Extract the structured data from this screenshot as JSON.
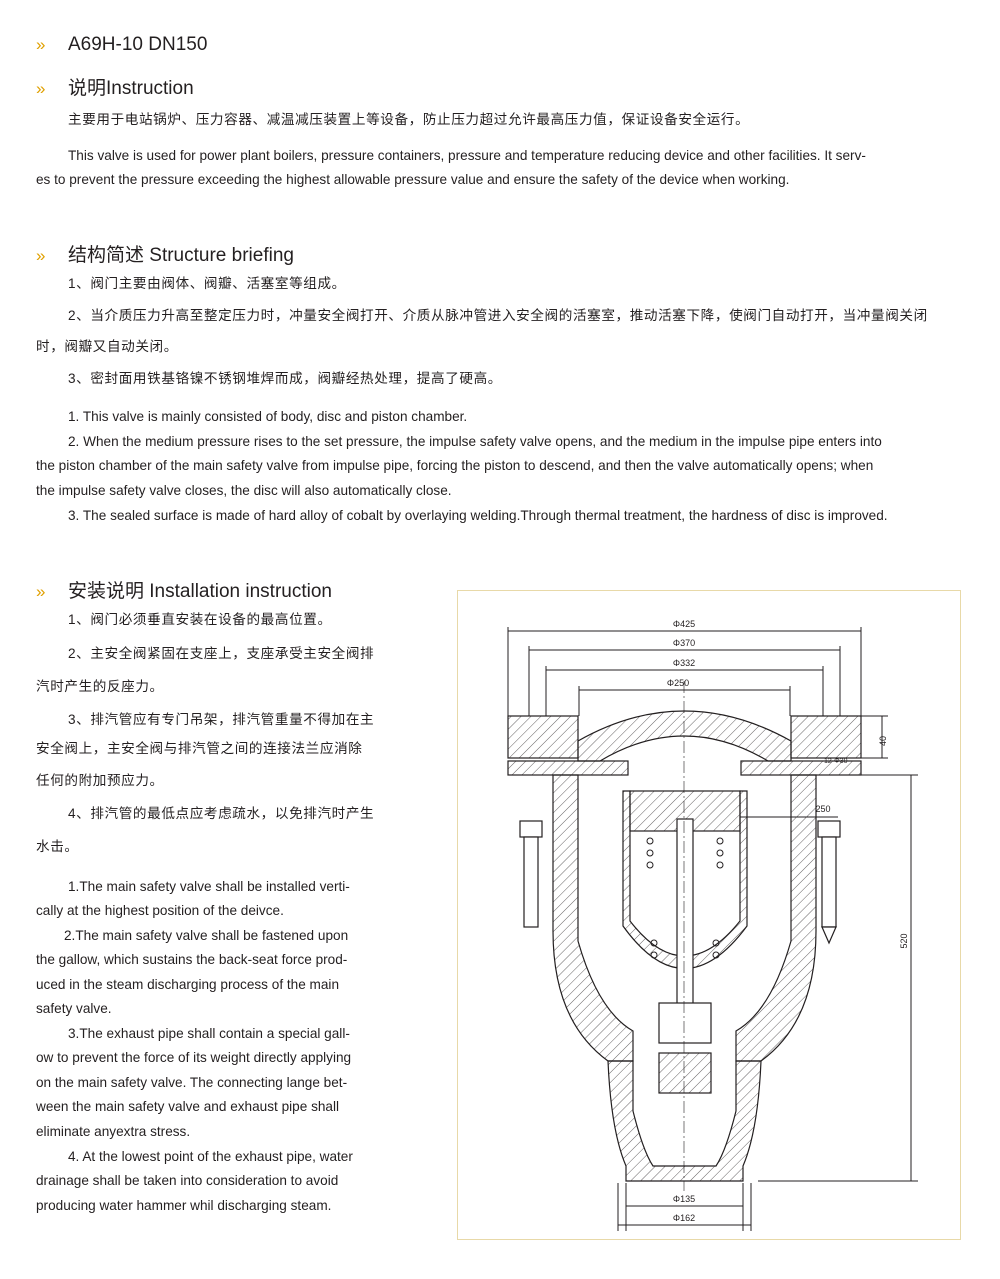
{
  "model": "A69H-10 DN150",
  "instruction": {
    "heading": "说明Instruction",
    "zh": "主要用于电站锅炉、压力容器、减温减压装置上等设备，防止压力超过允许最高压力值，保证设备安全运行。",
    "en_line1": "This valve is used for power plant boilers, pressure containers, pressure and temperature reducing device and other facilities. It serv-",
    "en_line2": "es to prevent the pressure exceeding the highest allowable pressure value and ensure the safety of the device when working."
  },
  "structure": {
    "heading": "结构简述 Structure briefing",
    "zh_1": "1、阀门主要由阀体、阀瓣、活塞室等组成。",
    "zh_2a": "2、当介质压力升高至整定压力时，冲量安全阀打开、介质从脉冲管进入安全阀的活塞室，推动活塞下降，使阀门自动打开，当冲量阀关闭",
    "zh_2b": "时，阀瓣又自动关闭。",
    "zh_3": "3、密封面用铁基铬镍不锈钢堆焊而成，阀瓣经热处理，提高了硬高。",
    "en_1": "1. This valve is mainly consisted of body, disc and piston chamber.",
    "en_2a": "2. When the medium pressure rises to the set pressure, the impulse safety valve opens, and the medium in the impulse pipe enters into",
    "en_2b": "the piston chamber of the main safety valve from impulse pipe, forcing the piston to descend, and then the valve automatically opens; when",
    "en_2c": "the impulse safety valve closes, the disc will also automatically close.",
    "en_3": "3. The sealed surface is made of hard alloy of cobalt by overlaying welding.Through thermal treatment, the hardness of disc is improved."
  },
  "installation": {
    "heading": "安装说明 Installation instruction",
    "zh_1": "1、阀门必须垂直安装在设备的最高位置。",
    "zh_2a": "2、主安全阀紧固在支座上，支座承受主安全阀排",
    "zh_2b": "汽时产生的反座力。",
    "zh_3a": "3、排汽管应有专门吊架，排汽管重量不得加在主",
    "zh_3b": "安全阀上，主安全阀与排汽管之间的连接法兰应消除",
    "zh_3c": "任何的附加预应力。",
    "zh_4a": "4、排汽管的最低点应考虑疏水，以免排汽时产生",
    "zh_4b": "水击。",
    "en_1a": "1.The main safety valve shall be installed verti-",
    "en_1b": "cally at the highest position of the deivce.",
    "en_2a": "2.The main safety  valve shall be fastened upon",
    "en_2b": "the gallow, which sustains the back-seat force prod-",
    "en_2c": "uced in the steam discharging process of the main",
    "en_2d": "safety valve.",
    "en_3a": "3.The exhaust pipe shall contain a special gall-",
    "en_3b": "ow to prevent the force of its weight directly applying",
    "en_3c": "on the main safety valve. The connecting lange bet-",
    "en_3d": "ween the main safety valve and exhaust pipe shall",
    "en_3e": "eliminate anyextra stress.",
    "en_4a": "4. At the lowest point of the exhaust pipe, water",
    "en_4b": "drainage shall be taken into consideration to avoid",
    "en_4c": "producing water hammer whil discharging steam."
  },
  "drawing": {
    "d425": "Φ425",
    "d370": "Φ370",
    "d332": "Φ332",
    "d250": "Φ250",
    "h40": "40",
    "bolts": "12-Φ30",
    "r250": "250",
    "h520": "520",
    "d135": "Φ135",
    "d162": "Φ162"
  },
  "colors": {
    "accent": "#e0a000",
    "text": "#231f20",
    "frame": "#e8d9a8"
  },
  "icons": [
    "double-chevron-icon"
  ]
}
